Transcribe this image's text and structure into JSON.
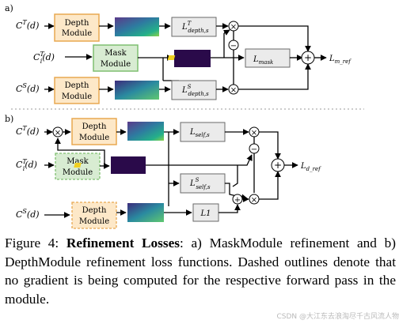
{
  "panels": {
    "a": {
      "tag": "a)",
      "inputs": {
        "ct": "C^T(d)",
        "cti": "C_i^T(d)",
        "cs": "C^S(d)"
      },
      "depth_module": "Depth Module",
      "mask_module": "Mask Module",
      "loss_depth_t": "L^T_depth,s",
      "loss_mask": "L_mask",
      "loss_depth_s": "L^S_depth,s",
      "output": "L_m_ref"
    },
    "b": {
      "tag": "b)",
      "inputs": {
        "ct": "C^T(d)",
        "cti": "C_i^T(d)",
        "cs": "C^S(d)"
      },
      "depth_module": "Depth Module",
      "mask_module": "Mask Module",
      "loss_self": "L_self,s",
      "loss_self_s": "L^S_self,s",
      "loss_l1": "L1",
      "output": "L_d_ref"
    }
  },
  "symbols": {
    "multiply": "×",
    "plus": "+",
    "minus": "−"
  },
  "caption": {
    "prefix": "Figure 4: ",
    "title": "Refinement Losses",
    "body": ": a) MaskModule refinement and b) DepthModule refinement loss functions. Dashed outlines denote that no gradient is being computed for the respective forward pass in the module."
  },
  "watermark": "CSDN @大江东去浪淘尽千古风流人物",
  "colors": {
    "depth_module_fill": "#fde8c8",
    "depth_module_stroke": "#e8a850",
    "mask_module_fill": "#d8ecd2",
    "mask_module_stroke": "#7fbf70",
    "loss_fill": "#ebebeb",
    "loss_stroke": "#6a6a6a",
    "mask_map": "#2a0a4a",
    "mask_blob": "#f0d020"
  }
}
